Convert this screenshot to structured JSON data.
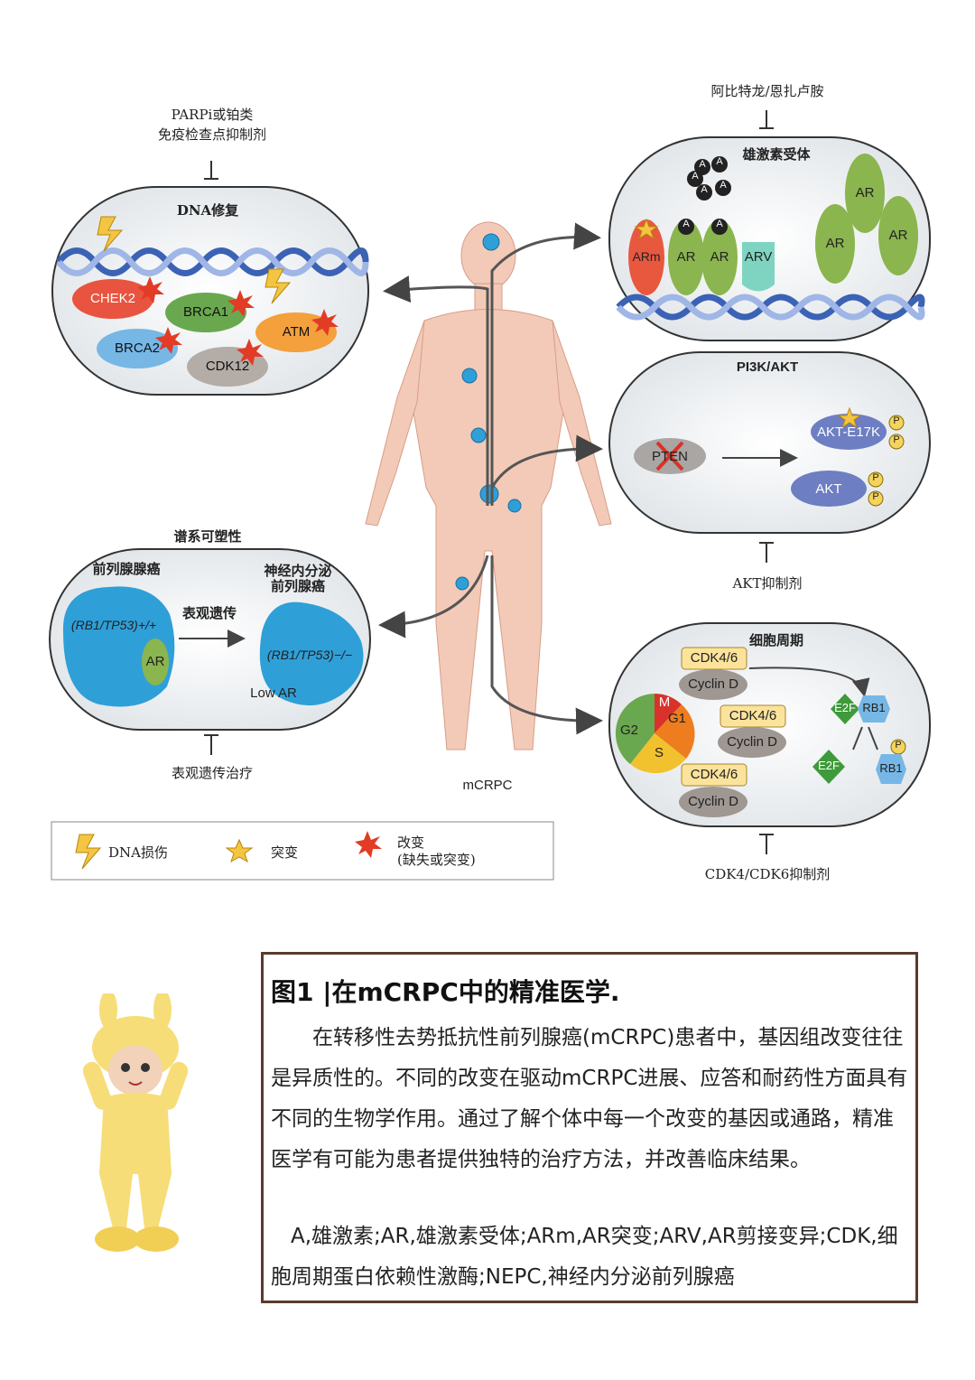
{
  "diagram": {
    "dna_repair": {
      "drug": [
        "PARPi或铂类",
        "免疫检查点抑制剂"
      ],
      "title": "DNA修复",
      "genes": [
        "CHEK2",
        "BRCA1",
        "ATM",
        "BRCA2",
        "CDK12"
      ]
    },
    "ar": {
      "drug": "阿比特龙/恩扎卢胺",
      "title": "雄激素受体",
      "ligand": "A",
      "labels": [
        "ARm",
        "AR",
        "AR",
        "ARV",
        "AR",
        "AR",
        "AR"
      ]
    },
    "pi3k": {
      "title": "PI3K/AKT",
      "pten": "PTEN",
      "akt_e17k": "AKT-E17K",
      "akt": "AKT",
      "p": "P",
      "drug": "AKT抑制剂"
    },
    "lineage": {
      "title": "谱系可塑性",
      "left_title": "前列腺腺癌",
      "right_title": [
        "神经内分泌",
        "前列腺癌"
      ],
      "arrow_label": "表观遗传",
      "left_gene": "(RB1/TP53)+/+",
      "right_gene": "(RB1/TP53)−/−",
      "ar": "AR",
      "low_ar": "Low AR",
      "drug": "表观遗传治疗"
    },
    "cell_cycle": {
      "title": "细胞周期",
      "cdk": "CDK4/6",
      "cyclin": "Cyclin D",
      "phases": [
        "M",
        "G1",
        "G2",
        "S"
      ],
      "e2f": "E2F",
      "rb1": "RB1",
      "p": "P",
      "drug": "CDK4/CDK6抑制剂"
    },
    "body_label": "mCRPC",
    "legend": {
      "dna_damage": "DNA损伤",
      "mutation": "突变",
      "alteration": [
        "改变",
        "(缺失或突变)"
      ]
    }
  },
  "caption": {
    "title": "图1 |在mCRPC中的精准医学.",
    "para1": "在转移性去势抵抗性前列腺癌(mCRPC)患者中，基因组改变往往是异质性的。不同的改变在驱动mCRPC进展、应答和耐药性方面具有不同的生物学作用。通过了解个体中每一个改变的基因或通路，精准医学有可能为患者提供独特的治疗方法，并改善临床结果。",
    "para2": "A,雄激素;AR,雄激素受体;ARm,AR突变;ARV,AR剪接变异;CDK,细胞周期蛋白依赖性激酶;NEPC,神经内分泌前列腺癌"
  },
  "colors": {
    "panel_bg": "#e9edf0",
    "dna_blue": "#3b62b5",
    "chek2": "#e8543f",
    "brca1": "#6aa84f",
    "atm": "#f4a03c",
    "brca2": "#76b7e6",
    "cdk12": "#b3aca7",
    "ar_green": "#8bb54e",
    "arv_teal": "#7fd4c1",
    "frame": "#5b3a2e",
    "tumor": "#2f9fd8"
  }
}
